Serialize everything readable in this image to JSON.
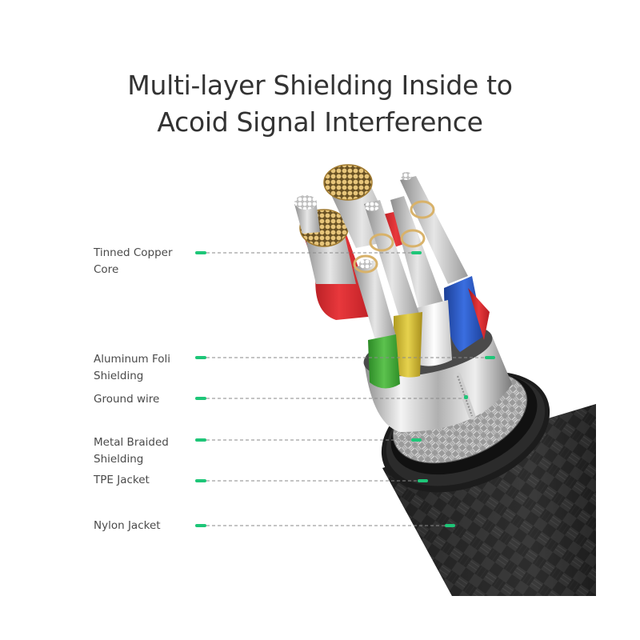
{
  "title": {
    "line1": "Multi-layer Shielding Inside to",
    "line2": "Acoid Signal Interference"
  },
  "labels": [
    {
      "id": "tinned-copper-core",
      "text": "Tinned Copper\nCore"
    },
    {
      "id": "aluminum-foil-shielding",
      "text": "Aluminum Foli\nShielding"
    },
    {
      "id": "ground-wire",
      "text": "Ground wire"
    },
    {
      "id": "metal-braided-shielding",
      "text": "Metal Braided\nShielding"
    },
    {
      "id": "tpe-jacket",
      "text": "TPE Jacket"
    },
    {
      "id": "nylon-jacket",
      "text": "Nylon Jacket"
    }
  ],
  "colors": {
    "accent": "#1ec678",
    "title": "#333333",
    "label": "#4a4a4a",
    "leader": "#8a8a8a",
    "wire_red": "#d8262b",
    "wire_green": "#3fae3a",
    "wire_yellow": "#d8c23a",
    "wire_white": "#eeeeee",
    "wire_blue": "#2a5bc4",
    "copper": "#d8b26a"
  }
}
